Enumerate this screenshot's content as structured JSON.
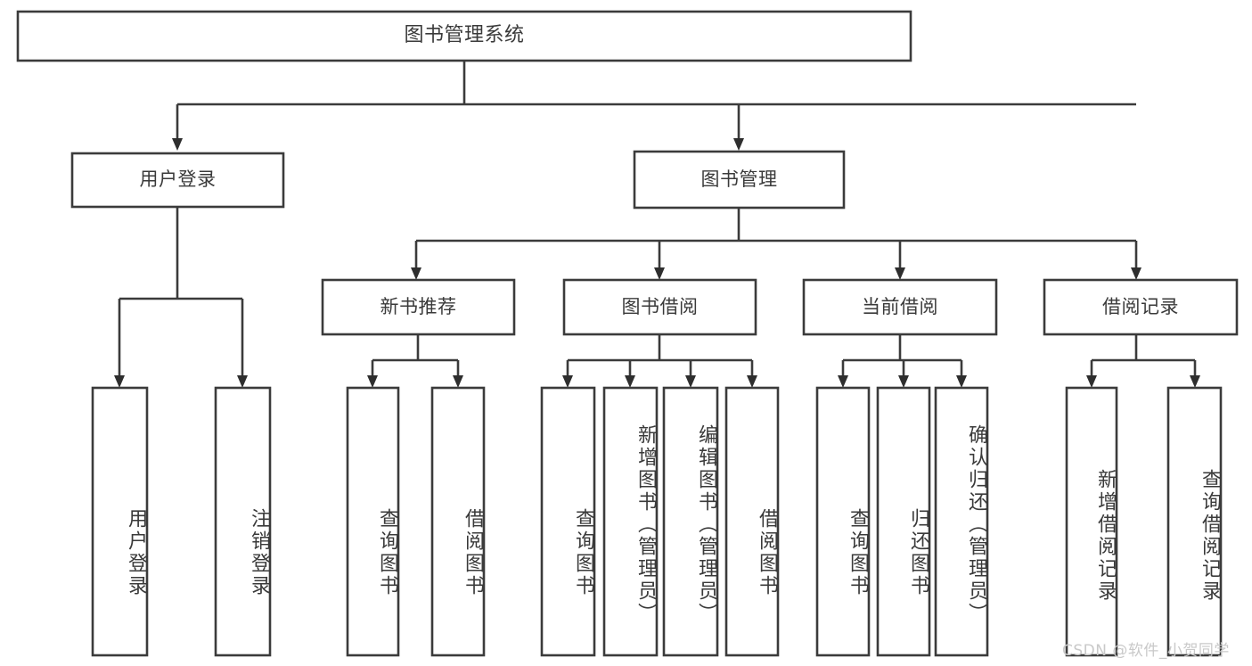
{
  "diagram": {
    "title": "图书管理系统",
    "root": {
      "label": "图书管理系统",
      "children": [
        {
          "label": "用户登录",
          "children": [
            {
              "label": "用户登录"
            },
            {
              "label": "注销登录"
            }
          ]
        },
        {
          "label": "图书管理",
          "children": [
            {
              "label": "新书推荐",
              "children": [
                {
                  "label": "查询图书"
                },
                {
                  "label": "借阅图书"
                }
              ]
            },
            {
              "label": "图书借阅",
              "children": [
                {
                  "label": "查询图书"
                },
                {
                  "label": "新增图书（管理员）"
                },
                {
                  "label": "编辑图书（管理员）"
                },
                {
                  "label": "借阅图书"
                }
              ]
            },
            {
              "label": "当前借阅",
              "children": [
                {
                  "label": "查询图书"
                },
                {
                  "label": "归还图书"
                },
                {
                  "label": "确认归还（管理员）"
                }
              ]
            },
            {
              "label": "借阅记录",
              "children": [
                {
                  "label": "新增借阅记录"
                },
                {
                  "label": "查询借阅记录"
                }
              ]
            }
          ]
        }
      ]
    },
    "watermark": "CSDN @软件_小贺同学",
    "colors": {
      "stroke": "#3b3b3b",
      "text": "#3a3a3a",
      "background": "#ffffff",
      "watermark": "#c9c9c9"
    }
  }
}
